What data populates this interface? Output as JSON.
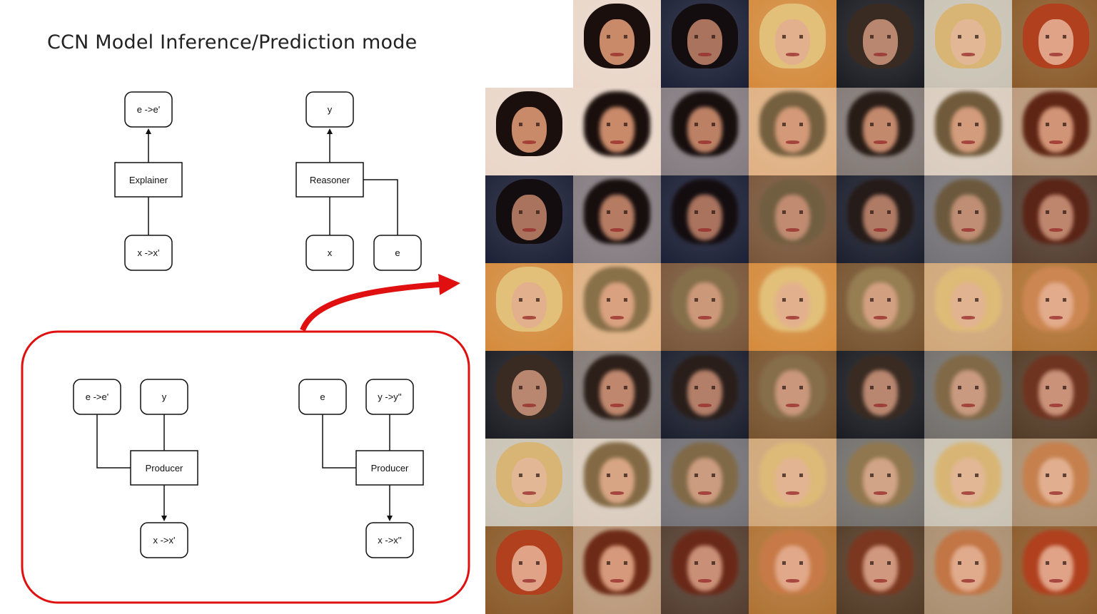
{
  "title": "CCN Model Inference/Prediction mode",
  "explainer_diagram": {
    "output": "e ->e'",
    "module": "Explainer",
    "input": "x ->x'"
  },
  "reasoner_diagram": {
    "output": "y",
    "module": "Reasoner",
    "input_x": "x",
    "input_e": "e"
  },
  "producer_left": {
    "input_e": "e ->e'",
    "input_y": "y",
    "module": "Producer",
    "output": "x ->x'"
  },
  "producer_right": {
    "input_e": "e",
    "input_y": "y ->y''",
    "module": "Producer",
    "output": "x ->x''"
  },
  "colors": {
    "highlight": "#e01010",
    "box_stroke": "#111111"
  },
  "face_grid": {
    "header_row": [
      {
        "bg": "#e9d6c8",
        "hair": "#1a0f0c",
        "skin": "#c98a6a"
      },
      {
        "bg": "#1c2036",
        "hair": "#140d10",
        "skin": "#a9735e"
      },
      {
        "bg": "#d48a3c",
        "hair": "#e2c07a",
        "skin": "#e3b08d"
      },
      {
        "bg": "#1a1c22",
        "hair": "#3a2b22",
        "skin": "#b98770"
      },
      {
        "bg": "#c9c2b4",
        "hair": "#d8b574",
        "skin": "#e1b796"
      },
      {
        "bg": "#8a5a2a",
        "hair": "#b0401e",
        "skin": "#e0a387"
      }
    ],
    "row_sources": [
      {
        "bg": "#e9d6c8",
        "hair": "#1a0f0c",
        "skin": "#c98a6a"
      },
      {
        "bg": "#1c2036",
        "hair": "#140d10",
        "skin": "#a9735e"
      },
      {
        "bg": "#d48a3c",
        "hair": "#e2c07a",
        "skin": "#e3b08d"
      },
      {
        "bg": "#1a1c22",
        "hair": "#3a2b22",
        "skin": "#b98770"
      },
      {
        "bg": "#c9c2b4",
        "hair": "#d8b574",
        "skin": "#e1b796"
      },
      {
        "bg": "#8a5a2a",
        "hair": "#b0401e",
        "skin": "#e0a387"
      }
    ]
  }
}
